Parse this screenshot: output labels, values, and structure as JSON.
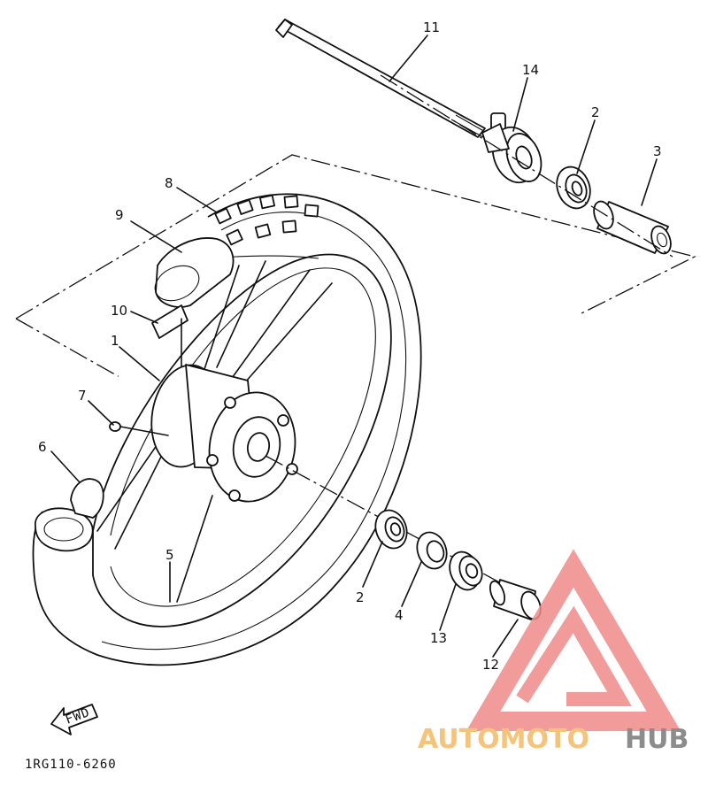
{
  "callouts": {
    "c1": "1",
    "c2a": "2",
    "c2b": "2",
    "c3": "3",
    "c4": "4",
    "c5": "5",
    "c6": "6",
    "c7": "7",
    "c8": "8",
    "c9": "9",
    "c10": "10",
    "c11": "11",
    "c12": "12",
    "c13": "13",
    "c14": "14"
  },
  "fwd_label": "FWD",
  "diagram_code": "1RG110-6260",
  "watermark": {
    "part1": "AUTOMOTO",
    "part2": "HUB",
    "color1": "#f5c47a",
    "color2": "#8c8c8c",
    "logo_color": "#f08a8a"
  }
}
